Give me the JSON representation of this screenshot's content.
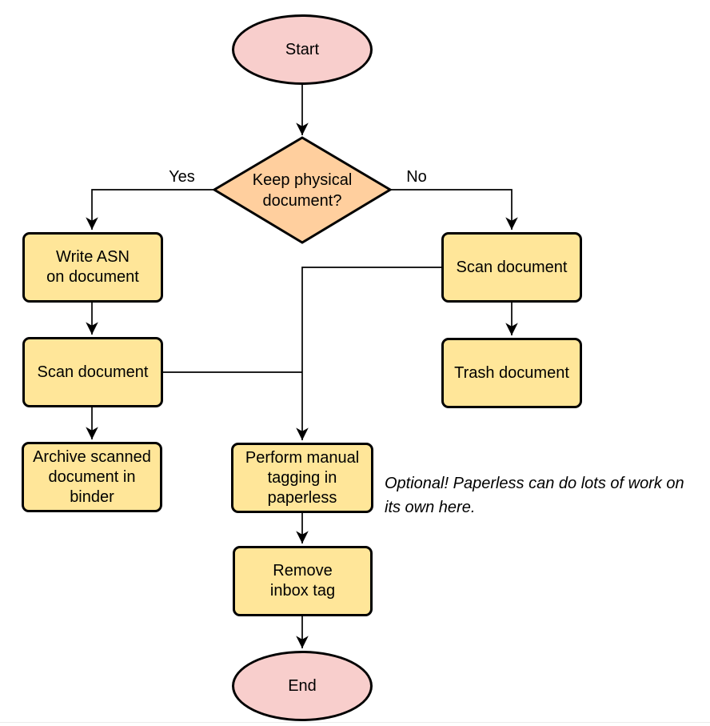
{
  "diagram": {
    "nodes": {
      "start": {
        "type": "terminator",
        "label": "Start"
      },
      "decision": {
        "type": "decision",
        "label": "Keep physical\ndocument?"
      },
      "write_asn": {
        "type": "process",
        "label": "Write ASN\non document"
      },
      "scan_left": {
        "type": "process",
        "label": "Scan document"
      },
      "archive": {
        "type": "process",
        "label": "Archive scanned\ndocument in\nbinder"
      },
      "scan_right": {
        "type": "process",
        "label": "Scan document"
      },
      "trash": {
        "type": "process",
        "label": "Trash document"
      },
      "tagging": {
        "type": "process",
        "label": "Perform manual\ntagging in\npaperless"
      },
      "remove_inbox": {
        "type": "process",
        "label": "Remove\ninbox tag"
      },
      "end": {
        "type": "terminator",
        "label": "End"
      }
    },
    "edge_labels": {
      "yes": "Yes",
      "no": "No"
    },
    "edges": [
      {
        "from": "start",
        "to": "decision",
        "label": ""
      },
      {
        "from": "decision",
        "to": "write_asn",
        "label": "Yes"
      },
      {
        "from": "write_asn",
        "to": "scan_left",
        "label": ""
      },
      {
        "from": "scan_left",
        "to": "archive",
        "label": ""
      },
      {
        "from": "decision",
        "to": "scan_right",
        "label": "No"
      },
      {
        "from": "scan_right",
        "to": "trash",
        "label": ""
      },
      {
        "from": "scan_right",
        "to": "tagging",
        "label": ""
      },
      {
        "from": "scan_left",
        "to": "tagging",
        "label": ""
      },
      {
        "from": "tagging",
        "to": "remove_inbox",
        "label": ""
      },
      {
        "from": "remove_inbox",
        "to": "end",
        "label": ""
      }
    ],
    "annotation": "Optional! Paperless can do lots of work on\nits own here.",
    "colors": {
      "terminator_fill": "#f8cecc",
      "decision_fill": "#ffcf9e",
      "process_fill": "#ffe699",
      "stroke": "#000000",
      "bottom_divider": "#ebebeb"
    }
  }
}
